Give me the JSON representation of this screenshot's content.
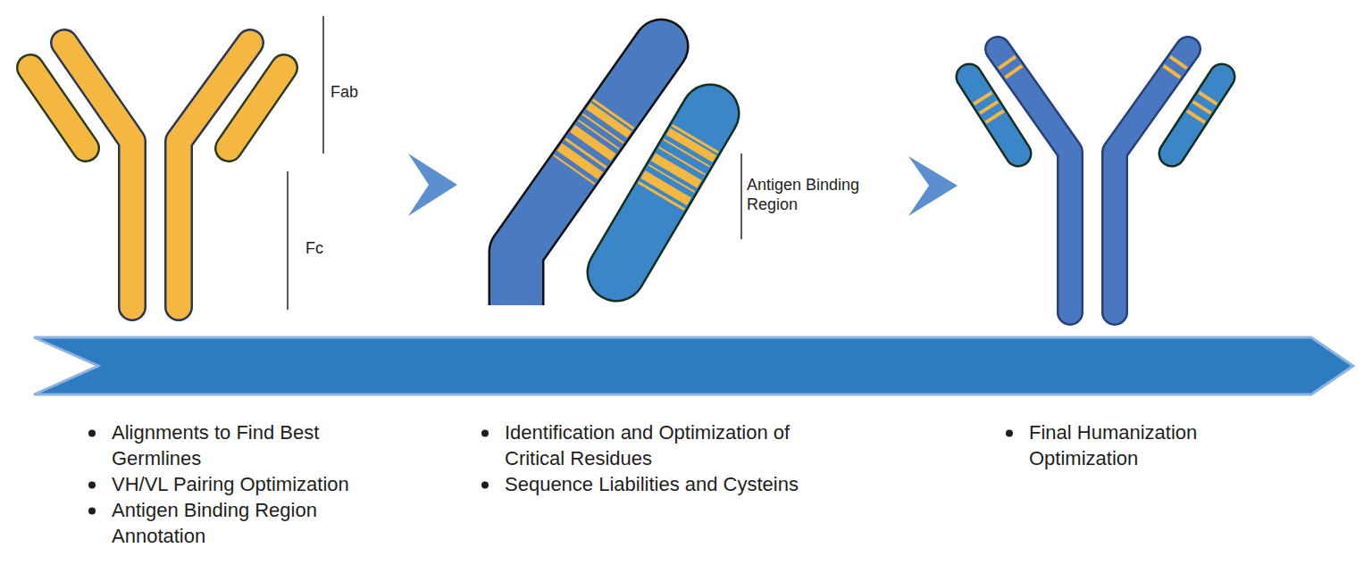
{
  "diagram": {
    "labels": [
      "Fab",
      "Fc",
      "Antigen Binding Region",
      "Alignments to Find Best Germlines",
      "VH/VL Pairing Optimization",
      "Antigen Binding Region Annotation",
      "Identification and Optimization of Critical Residues",
      "Sequence Liabilities and Cysteins",
      "Final Humanization Optimization"
    ]
  }
}
